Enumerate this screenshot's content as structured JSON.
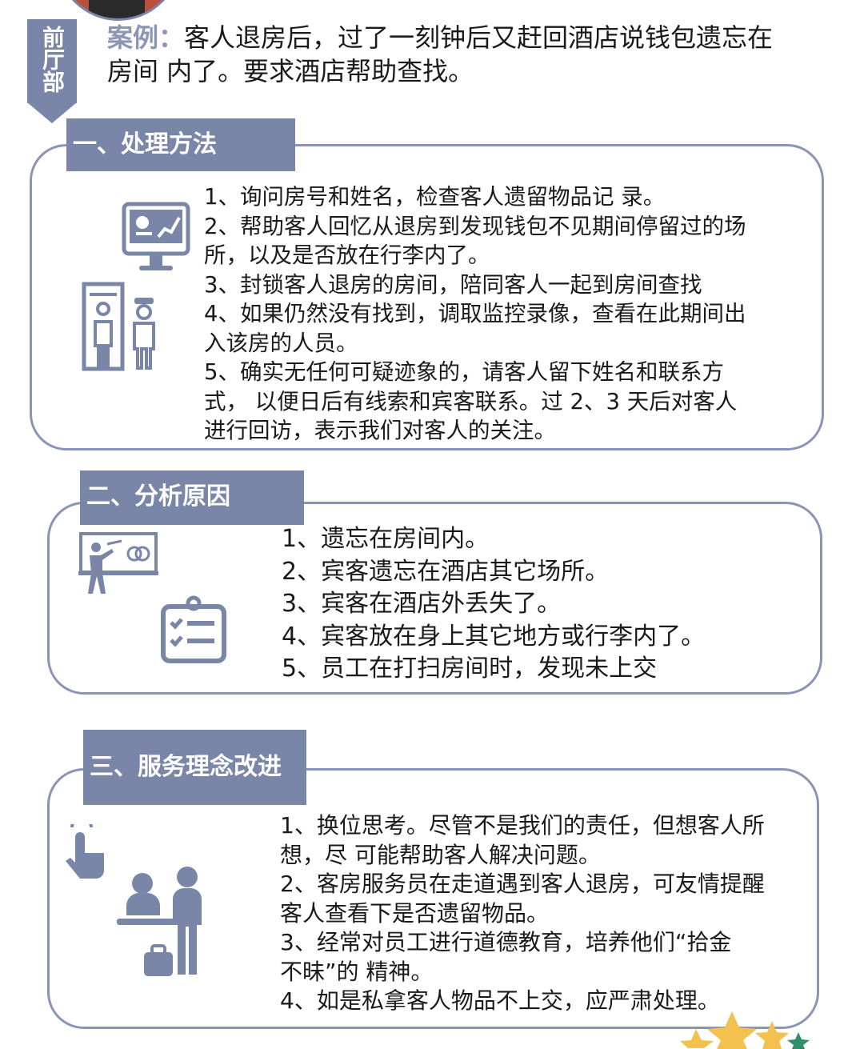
{
  "ribbon": {
    "text": "前厅部"
  },
  "case": {
    "label": "案例：",
    "lines": [
      "客人退房后，过了一刻钟后又赶回酒店说钱包遗忘在",
      "房间 内了。要求酒店帮助查找。"
    ]
  },
  "sections": [
    {
      "title": "一、处理方法",
      "lines": [
        "1、询问房号和姓名，检查客人遗留物品记 录。",
        "2、帮助客人回忆从退房到发现钱包不见期间停留过的场",
        "所，以及是否放在行李内了。",
        " 3、封锁客人退房的房间，陪同客人一起到房间查找",
        "4、如果仍然没有找到，调取监控录像，查看在此期间出",
        "入该房的人员。",
        " 5、确实无任何可疑迹象的，请客人留下姓名和联系方",
        "式， 以便日后有线索和宾客联系。过 2、3 天后对客人",
        "进行回访，表示我们对客人的关注。"
      ]
    },
    {
      "title": "二、分析原因",
      "lines": [
        "1、遗忘在房间内。",
        "2、宾客遗忘在酒店其它场所。",
        " 3、宾客在酒店外丢失了。",
        " 4、宾客放在身上其它地方或行李内了。",
        " 5、员工在打扫房间时，发现未上交"
      ]
    },
    {
      "title": "三、服务理念改进",
      "lines": [
        "1、换位思考。尽管不是我们的责任，但想客人所",
        "想，尽 可能帮助客人解决问题。",
        "2、客房服务员在走道遇到客人退房，可友情提醒",
        "客人查看下是否遗留物品。",
        " 3、经常对员工进行道德教育，培养他们“拾金",
        "不昧”的 精神。",
        "4、如是私拿客人物品不上交，应严肃处理。"
      ]
    }
  ],
  "colors": {
    "accent": "#7a86a8",
    "border": "#8a94b5",
    "label": "#8b96b5"
  },
  "icons": [
    "monitor-chart-icon",
    "security-gate-icon",
    "presenter-icon",
    "checklist-icon",
    "tap-hand-icon",
    "reception-desk-icon",
    "stars-icon"
  ]
}
